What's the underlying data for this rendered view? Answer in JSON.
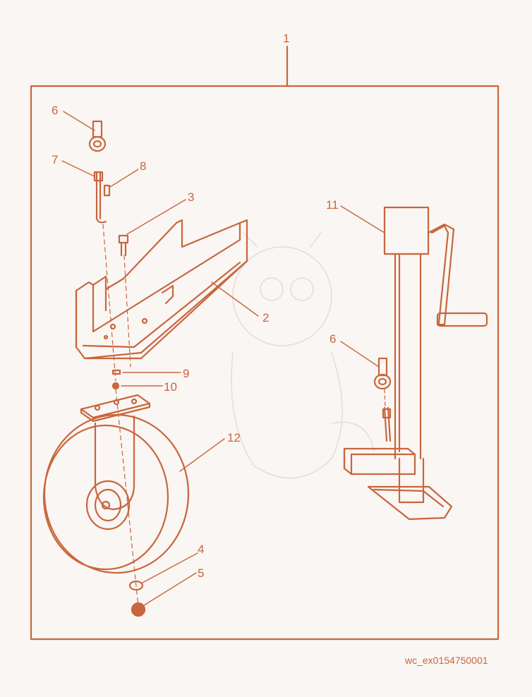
{
  "colors": {
    "line": "#c8663d",
    "background": "#faf6f3",
    "watermark": "#e4dcd8"
  },
  "callouts": [
    "1",
    "2",
    "3",
    "4",
    "5",
    "6",
    "6",
    "7",
    "8",
    "9",
    "10",
    "11",
    "12"
  ],
  "drawing_code": "wc_ex0154750001"
}
